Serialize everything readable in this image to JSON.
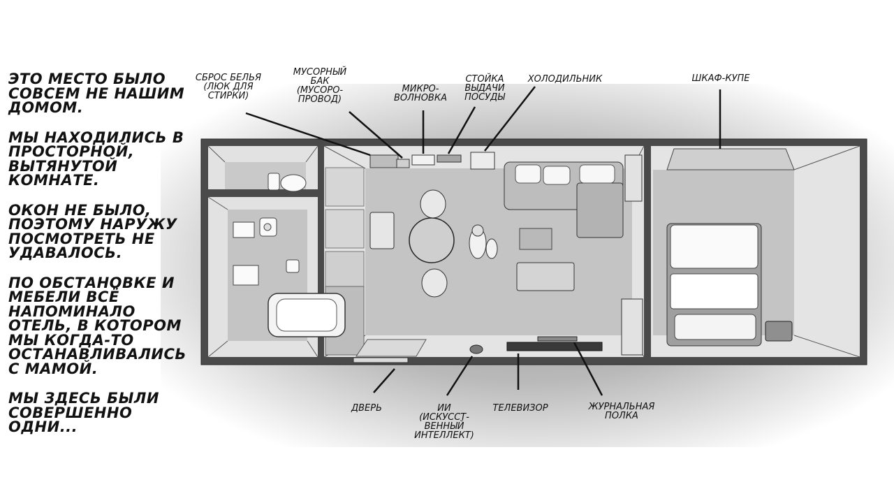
{
  "narration": [
    "Это место было совсем не нашим домом.",
    "Мы находились в просторной, вытянутой комнате.",
    "Окон не было, поэтому наружу посмотреть не удавалось.",
    "По обстановке и мебели всё напоминало отель, в котором мы когда-то останавливались с мамой.",
    "Мы здесь были совершенно одни..."
  ],
  "labels": {
    "laundry_chute": "СБРОС БЕЛЬЯ\n(ЛЮК ДЛЯ\nСТИРКИ)",
    "trash": "МУСОРНЫЙ\nБАК\n(МУСОРО-\nПРОВОД)",
    "microwave": "МИКРО-\nВОЛНОВКА",
    "dish_counter": "СТОЙКА\nВЫДАЧИ\nПОСУДЫ",
    "fridge": "ХОЛОДИЛЬНИК",
    "wardrobe": "ШКАФ-КУПЕ",
    "door": "ДВЕРЬ",
    "ai": "ИИ\n(ИСКУССТ-\nВЕННЫЙ\nИНТЕЛЛЕКТ)",
    "tv": "ТЕЛЕВИЗОР",
    "magazine_shelf": "ЖУРНАЛЬНАЯ\nПОЛКА"
  }
}
